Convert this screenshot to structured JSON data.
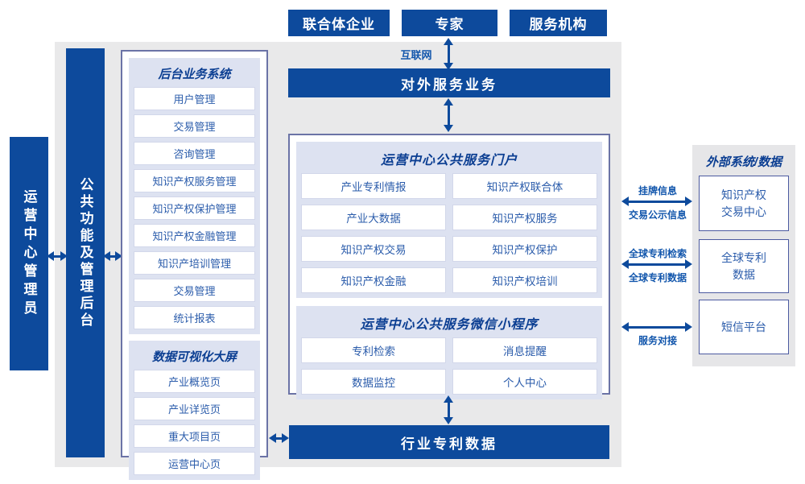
{
  "colors": {
    "navy": "#0d4a9c",
    "lavender_panel": "#dde2f1",
    "container_border": "#6b73a6",
    "item_border": "#d2d7ea",
    "item_text": "#2b5cab",
    "title_text": "#0b3e92",
    "gray_background": "#e9e9ea",
    "right_panel_gray": "#e6e6e8",
    "label_blue": "#1256ac"
  },
  "actors": [
    "联合体企业",
    "专家",
    "服务机构"
  ],
  "internet_label": "互联网",
  "external_service_bar": "对外服务业务",
  "industry_patent_bar": "行业专利数据",
  "left_bars": {
    "admin": "运营中心管理员",
    "backend": "公共功能及管理后台"
  },
  "backend_system": {
    "title": "后台业务系统",
    "items": [
      "用户管理",
      "交易管理",
      "咨询管理",
      "知识产权服务管理",
      "知识产权保护管理",
      "知识产权金融管理",
      "知识产培训管理",
      "交易管理",
      "统计报表"
    ]
  },
  "dashboard": {
    "title": "数据可视化大屏",
    "items": [
      "产业概览页",
      "产业详览页",
      "重大项目页",
      "运营中心页"
    ]
  },
  "portal": {
    "title": "运营中心公共服务门户",
    "items": [
      "产业专利情报",
      "知识产权联合体",
      "产业大数据",
      "知识产权服务",
      "知识产权交易",
      "知识产权保护",
      "知识产权金融",
      "知识产权培训"
    ]
  },
  "miniprogram": {
    "title": "运营中心公共服务微信小程序",
    "items": [
      "专利检索",
      "消息提醒",
      "数据监控",
      "个人中心"
    ]
  },
  "external_panel": {
    "title": "外部系统/数据",
    "systems": [
      "知识产权\n交易中心",
      "全球专利\n数据",
      "短信平台"
    ]
  },
  "link_labels": {
    "link1_top": "挂牌信息",
    "link1_bottom": "交易公示信息",
    "link2_top": "全球专利检索",
    "link2_bottom": "全球专利数据",
    "link3_bottom": "服务对接"
  }
}
